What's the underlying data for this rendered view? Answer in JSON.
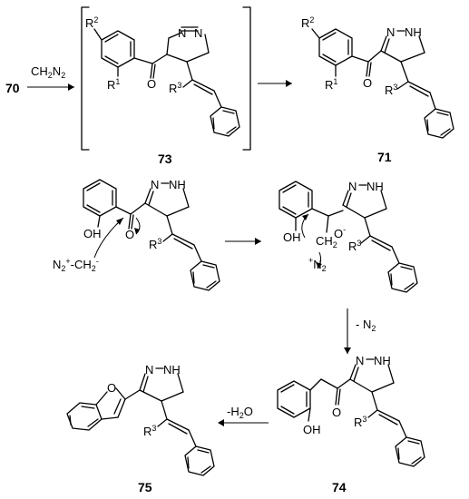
{
  "compounds": {
    "c70": "70",
    "c73": "73",
    "c71": "71",
    "c74": "74",
    "c75": "75"
  },
  "reagents": {
    "diazomethane": "CH",
    "diazomethane_sub2": "2",
    "diazomethane_n": "N",
    "diazomethane_sub3": "2",
    "minus_n2": "- N",
    "minus_n2_sub": "2",
    "minus_h2o": "-H",
    "minus_h2o_sub": "2",
    "minus_h2o_o": "O"
  },
  "atoms": {
    "n": "N",
    "nh": "NH",
    "o": "O",
    "oh": "OH",
    "r": "R",
    "r1": "1",
    "r2": "2",
    "r3": "3",
    "n2plus": "N",
    "n2sub": "2",
    "plus": "+",
    "minus": "-",
    "ch2": "CH",
    "ch2sub": "2",
    "ominus": "O"
  }
}
